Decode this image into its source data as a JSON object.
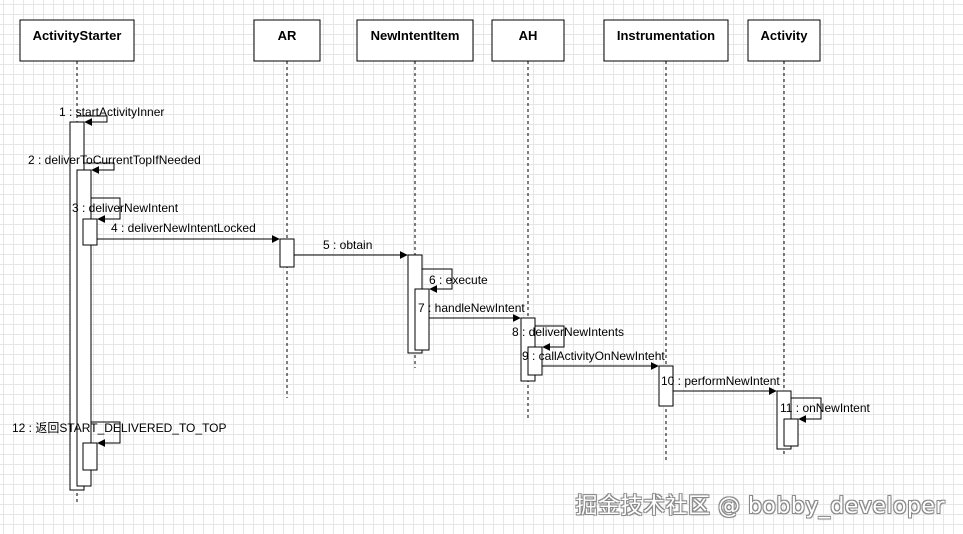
{
  "participants": [
    {
      "name": "ActivityStarter"
    },
    {
      "name": "AR"
    },
    {
      "name": "NewIntentItem"
    },
    {
      "name": "AH"
    },
    {
      "name": "Instrumentation"
    },
    {
      "name": "Activity"
    }
  ],
  "messages": [
    {
      "label": "1 : startActivityInner",
      "from": "ActivityStarter",
      "to": "ActivityStarter"
    },
    {
      "label": "2 : deliverToCurrentTopIfNeeded",
      "from": "ActivityStarter",
      "to": "ActivityStarter"
    },
    {
      "label": "3 : deliverNewIntent",
      "from": "ActivityStarter",
      "to": "ActivityStarter"
    },
    {
      "label": "4 : deliverNewIntentLocked",
      "from": "ActivityStarter",
      "to": "AR"
    },
    {
      "label": "5 : obtain",
      "from": "AR",
      "to": "NewIntentItem"
    },
    {
      "label": "6 : execute",
      "from": "NewIntentItem",
      "to": "NewIntentItem"
    },
    {
      "label": "7 : handleNewIntent",
      "from": "NewIntentItem",
      "to": "AH"
    },
    {
      "label": "8 : deliverNewIntents",
      "from": "AH",
      "to": "AH"
    },
    {
      "label": "9 : callActivityOnNewInteht",
      "from": "AH",
      "to": "Instrumentation"
    },
    {
      "label": "10 : performNewIntent",
      "from": "Instrumentation",
      "to": "Activity"
    },
    {
      "label": "11 : onNewIntent",
      "from": "Activity",
      "to": "Activity"
    },
    {
      "label": "12 : 返回START_DELIVERED_TO_TOP",
      "from": "ActivityStarter",
      "to": "ActivityStarter"
    }
  ],
  "watermark": "掘金技术社区 @ bobby_developer"
}
